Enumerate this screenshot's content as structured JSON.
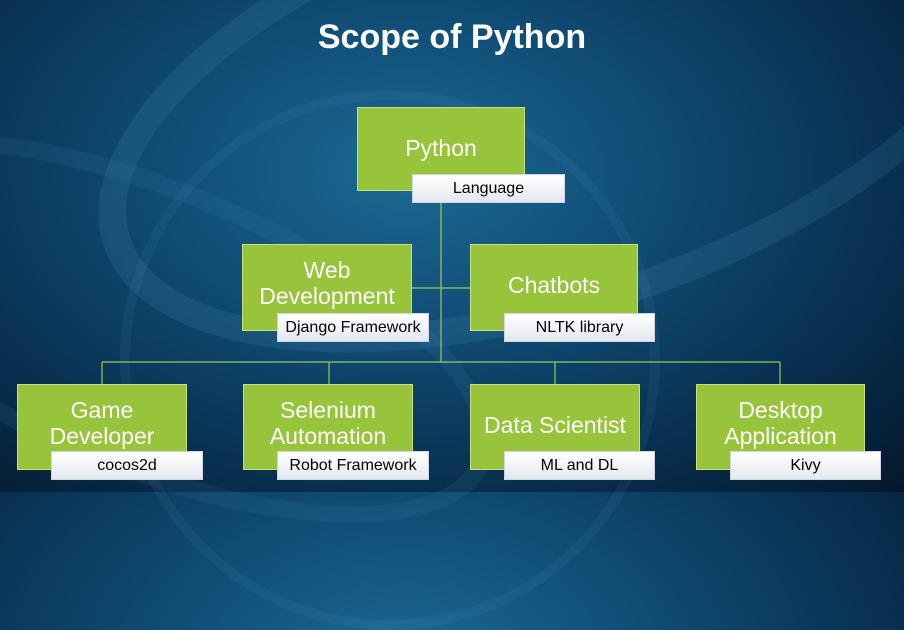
{
  "slide": {
    "title": "Scope of Python"
  },
  "chart": {
    "nodes": [
      {
        "id": "python",
        "label": "Python",
        "sublabel": "Language"
      },
      {
        "id": "web",
        "label": "Web Development",
        "sublabel": "Django Framework"
      },
      {
        "id": "chatbots",
        "label": "Chatbots",
        "sublabel": "NLTK library"
      },
      {
        "id": "game",
        "label": "Game Developer",
        "sublabel": "cocos2d"
      },
      {
        "id": "selenium",
        "label": "Selenium Automation",
        "sublabel": "Robot Framework"
      },
      {
        "id": "data",
        "label": "Data Scientist",
        "sublabel": "ML and DL"
      },
      {
        "id": "desktop",
        "label": "Desktop Application",
        "sublabel": "Kivy"
      }
    ],
    "edges": [
      [
        "python",
        "web"
      ],
      [
        "python",
        "chatbots"
      ],
      [
        "python",
        "game"
      ],
      [
        "python",
        "selenium"
      ],
      [
        "python",
        "data"
      ],
      [
        "python",
        "desktop"
      ]
    ],
    "colors": {
      "node_fill": "#97c43a",
      "connector": "#9fc85a",
      "background": "#0f4a72"
    }
  }
}
